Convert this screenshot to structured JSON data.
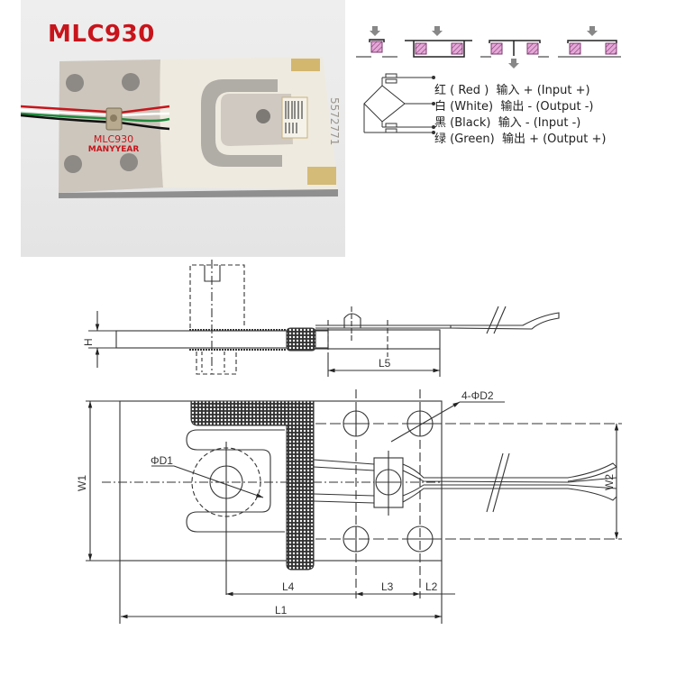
{
  "product": {
    "model": "MLC930",
    "brand": "MANYYEAR",
    "serial": "5572771",
    "accent_color": "#c8141b"
  },
  "wiring": {
    "mounting_examples": [
      "single-support",
      "dual-support-bridge",
      "inverted-pull",
      "dual-support-frame"
    ],
    "wires": [
      {
        "cn": "红",
        "en": "( Red )",
        "func_cn": "输入 +",
        "func_en": "(Input  +)",
        "color": "#c8141b"
      },
      {
        "cn": "白",
        "en": "(White)",
        "func_cn": "输出 -",
        "func_en": "(Output -)",
        "color": "#ffffff"
      },
      {
        "cn": "黑",
        "en": "(Black)",
        "func_cn": "输入 -",
        "func_en": "(Input -)",
        "color": "#111111"
      },
      {
        "cn": "绿",
        "en": "(Green)",
        "func_cn": "输出 +",
        "func_en": "(Output +)",
        "color": "#1e8a3c"
      }
    ]
  },
  "drawing": {
    "side_view": {
      "height_label": "H",
      "length_label": "L5"
    },
    "top_view": {
      "hole_large": "ΦD1",
      "holes_small": "4-ΦD2",
      "width_overall": "W1",
      "width_holes": "W2",
      "length_overall": "L1",
      "length_center_to_hole": "L4",
      "length_hole_pitch": "L3",
      "length_hole_edge": "L2"
    }
  }
}
